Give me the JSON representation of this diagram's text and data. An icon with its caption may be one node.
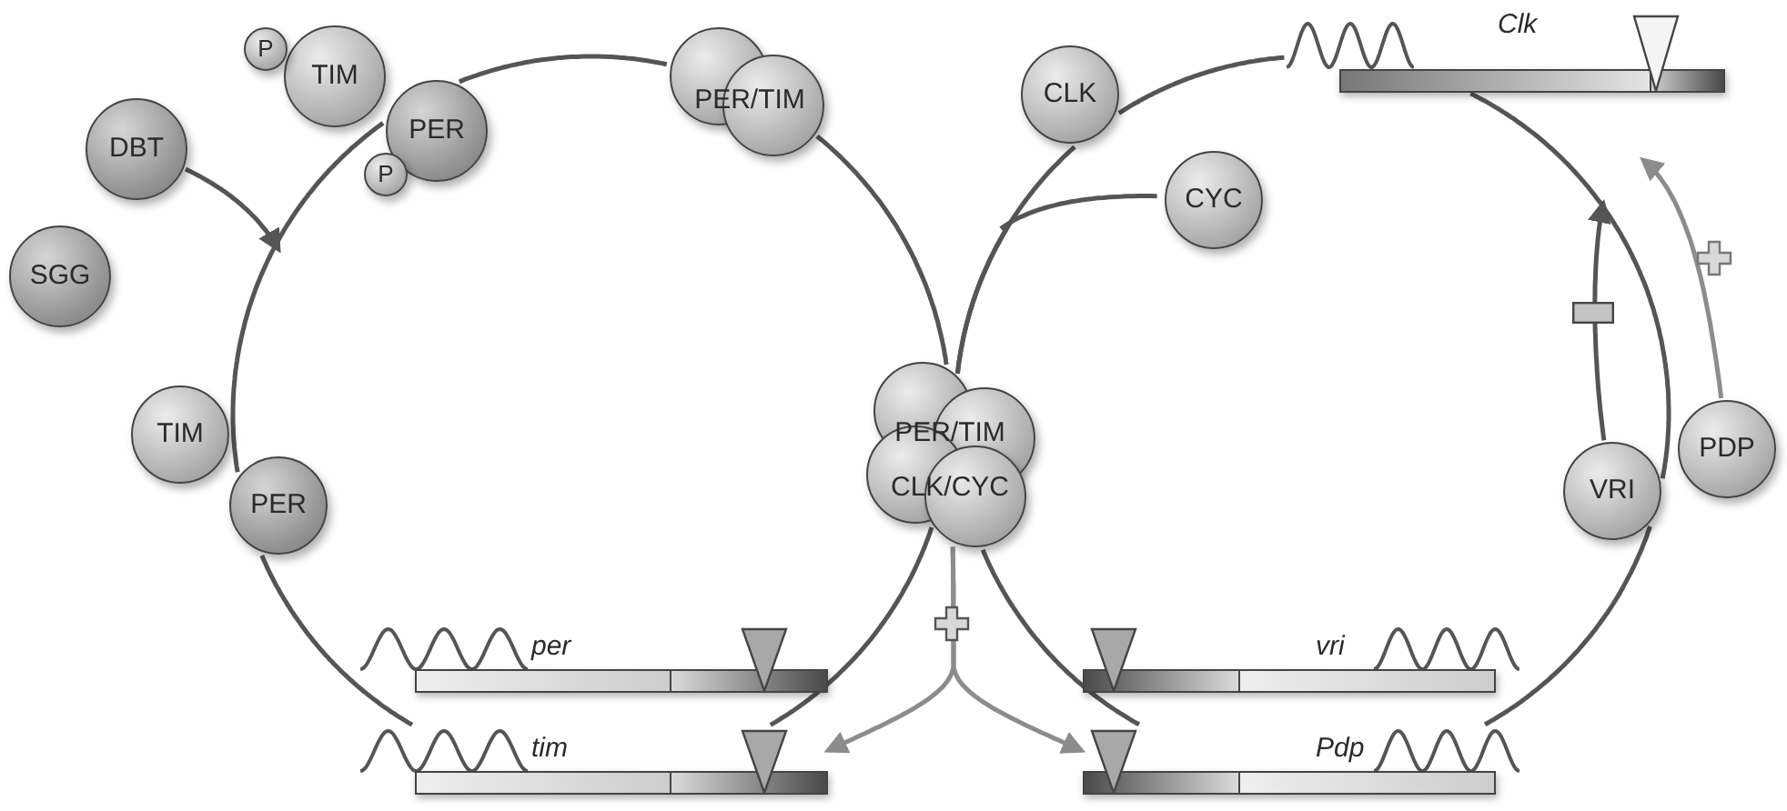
{
  "diagram": {
    "nodes": [
      {
        "text": [
          "SGG"
        ]
      },
      {
        "text": [
          "DBT"
        ]
      },
      {
        "text": [
          "P"
        ]
      },
      {
        "text": [
          "TIM"
        ]
      },
      {
        "text": [
          "PER"
        ]
      },
      {
        "text": [
          "P"
        ]
      },
      {
        "text": [
          "PER/TIM"
        ]
      },
      {
        "text": [
          "TIM"
        ]
      },
      {
        "text": [
          "PER"
        ]
      },
      {
        "text": [
          "CLK"
        ]
      },
      {
        "text": [
          "CYC"
        ]
      },
      {
        "text": [
          "PER/TIM",
          "CLK/CYC"
        ]
      },
      {
        "text": [
          "VRI"
        ]
      },
      {
        "text": [
          "PDP"
        ]
      },
      {
        "text": [
          "per"
        ]
      },
      {
        "text": [
          "tim"
        ]
      },
      {
        "text": [
          "vri"
        ]
      },
      {
        "text": [
          "Pdp"
        ]
      },
      {
        "text": [
          "Clk"
        ]
      }
    ],
    "edges": [
      {
        "from": 15,
        "to": 8,
        "arrow": "none"
      },
      {
        "from": 8,
        "to": 4,
        "arrow": "none"
      },
      {
        "from": 4,
        "to": 6,
        "arrow": "none"
      },
      {
        "from": 6,
        "to": 11,
        "arrow": "none"
      },
      {
        "from": 11,
        "to": 15,
        "arrow": "none"
      },
      {
        "from": 11,
        "to": 9,
        "arrow": "none"
      },
      {
        "from": 10,
        "to": 11,
        "arrow": "none"
      },
      {
        "from": 9,
        "to": 18,
        "arrow": "none"
      },
      {
        "from": 18,
        "to": 12,
        "arrow": "none"
      },
      {
        "from": 12,
        "to": 17,
        "arrow": "none"
      },
      {
        "from": 17,
        "to": 11,
        "arrow": "none"
      },
      {
        "from": 1,
        "to": null,
        "arrow": "to"
      },
      {
        "from": 12,
        "to": null,
        "arrow": "to"
      },
      {
        "from": 13,
        "to": null,
        "arrow": "to",
        "color": "#8c8c8c"
      },
      {
        "from": 11,
        "to": 15,
        "arrow": "to",
        "color": "#8c8c8c"
      },
      {
        "from": 11,
        "to": 17,
        "arrow": "to",
        "color": "#8c8c8c"
      }
    ]
  }
}
